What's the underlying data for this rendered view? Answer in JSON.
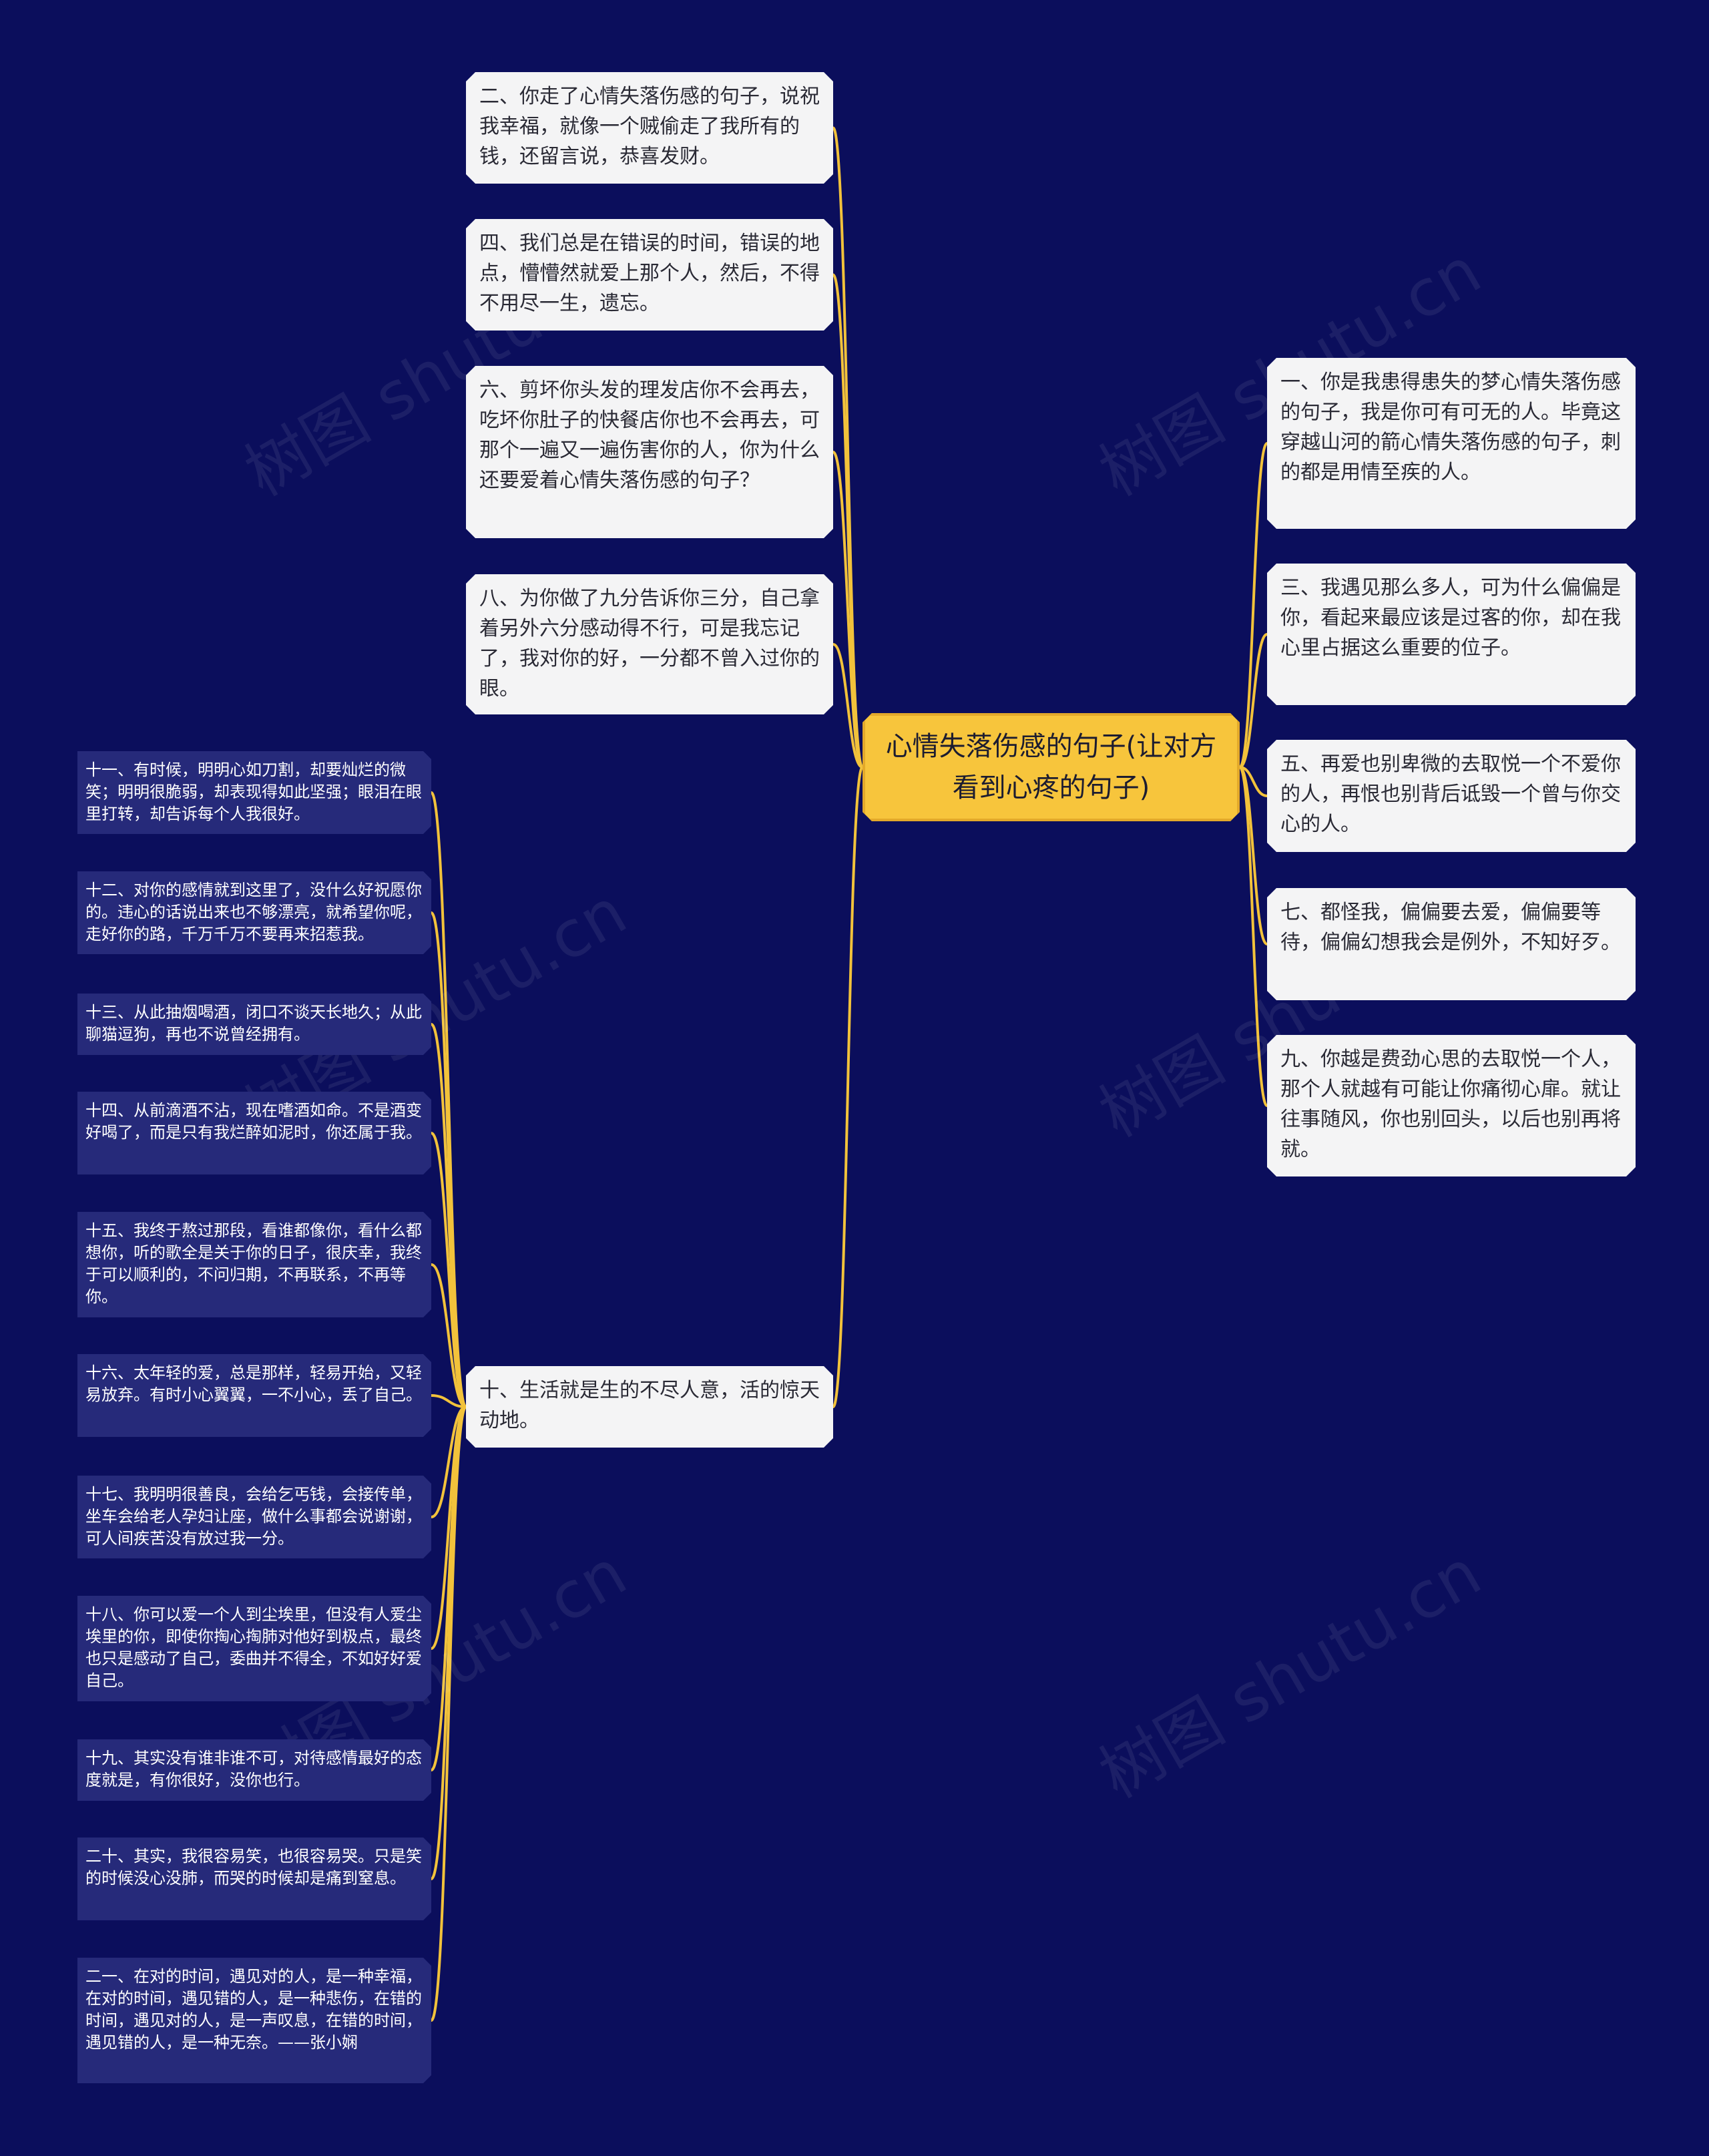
{
  "root": {
    "title": "心情失落伤感的句子(让对方看到心疼的句子)"
  },
  "left_branches": [
    "二、你走了心情失落伤感的句子，说祝我幸福，就像一个贼偷走了我所有的钱，还留言说，恭喜发财。",
    "四、我们总是在错误的时间，错误的地点，懵懵然就爱上那个人，然后，不得不用尽一生，遗忘。",
    "六、剪坏你头发的理发店你不会再去，吃坏你肚子的快餐店你也不会再去，可那个一遍又一遍伤害你的人，你为什么还要爱着心情失落伤感的句子？",
    "八、为你做了九分告诉你三分，自己拿着另外六分感动得不行，可是我忘记了，我对你的好，一分都不曾入过你的眼。",
    "十、生活就是生的不尽人意，活的惊天动地。"
  ],
  "right_branches": [
    "一、你是我患得患失的梦心情失落伤感的句子，我是你可有可无的人。毕竟这穿越山河的箭心情失落伤感的句子，刺的都是用情至疾的人。",
    "三、我遇见那么多人，可为什么偏偏是你，看起来最应该是过客的你，却在我心里占据这么重要的位子。",
    "五、再爱也别卑微的去取悦一个不爱你的人，再恨也别背后诋毁一个曾与你交心的人。",
    "七、都怪我，偏偏要去爱，偏偏要等待，偏偏幻想我会是例外，不知好歹。",
    "九、你越是费劲心思的去取悦一个人，那个人就越有可能让你痛彻心扉。就让往事随风，你也别回头，以后也别再将就。"
  ],
  "sub_branches": [
    "十一、有时候，明明心如刀割，却要灿烂的微笑；明明很脆弱，却表现得如此坚强；眼泪在眼里打转，却告诉每个人我很好。",
    "十二、对你的感情就到这里了，没什么好祝愿你的。违心的话说出来也不够漂亮，就希望你呢，走好你的路，千万千万不要再来招惹我。",
    "十三、从此抽烟喝酒，闭口不谈天长地久；从此聊猫逗狗，再也不说曾经拥有。",
    "十四、从前滴酒不沾，现在嗜酒如命。不是酒变好喝了，而是只有我烂醉如泥时，你还属于我。",
    "十五、我终于熬过那段，看谁都像你，看什么都想你，听的歌全是关于你的日子，很庆幸，我终于可以顺利的，不问归期，不再联系，不再等你。",
    "十六、太年轻的爱，总是那样，轻易开始，又轻易放弃。有时小心翼翼，一不小心，丢了自己。",
    "十七、我明明很善良，会给乞丐钱，会接传单，坐车会给老人孕妇让座，做什么事都会说谢谢，可人间疾苦没有放过我一分。",
    "十八、你可以爱一个人到尘埃里，但没有人爱尘埃里的你，即使你掏心掏肺对他好到极点，最终也只是感动了自己，委曲并不得全，不如好好爱自己。",
    "十九、其实没有谁非谁不可，对待感情最好的态度就是，有你很好，没你也行。",
    "二十、其实，我很容易笑，也很容易哭。只是笑的时候没心没肺，而哭的时候却是痛到窒息。",
    "二一、在对的时间，遇见对的人，是一种幸福，在对的时间，遇见错的人，是一种悲伤，在错的时间，遇见对的人，是一声叹息，在错的时间，遇见错的人，是一种无奈。——张小娴"
  ],
  "watermark": "树图 shutu.cn",
  "colors": {
    "background": "#0b0e5c",
    "root_fill": "#f7c53c",
    "link": "#f2c23b",
    "node_fill": "#f4f4f5",
    "sub_node_fill": "#262a7a"
  }
}
